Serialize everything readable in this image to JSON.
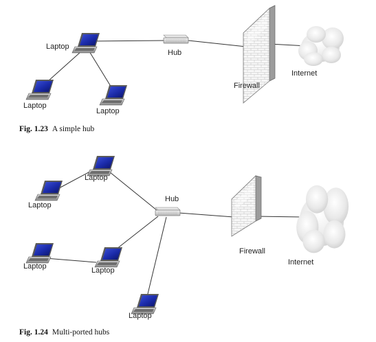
{
  "figures": [
    {
      "caption_number": "Fig. 1.23",
      "caption_text": "A simple hub",
      "labels": {
        "laptop_a": "Laptop",
        "laptop_b": "Laptop",
        "laptop_c": "Laptop",
        "hub": "Hub",
        "firewall": "Firewall",
        "internet": "Internet"
      }
    },
    {
      "caption_number": "Fig. 1.24",
      "caption_text": "Multi-ported hubs",
      "labels": {
        "laptop_a": "Laptop",
        "laptop_b": "Laptop",
        "laptop_c": "Laptop",
        "laptop_d": "Laptop",
        "laptop_e": "Laptop",
        "hub": "Hub",
        "firewall": "Firewall",
        "internet": "Internet"
      }
    }
  ]
}
